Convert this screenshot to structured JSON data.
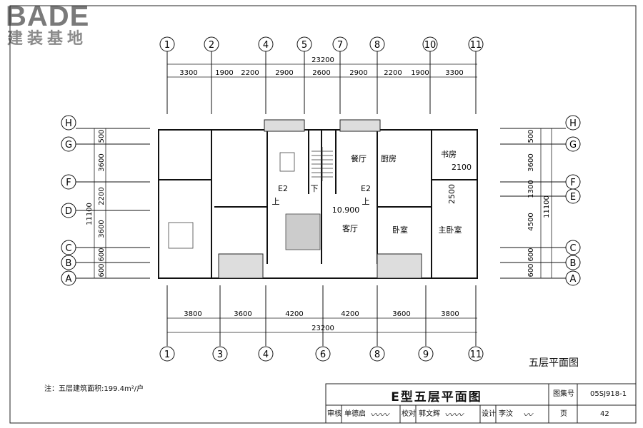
{
  "logo": {
    "brand": "BADE",
    "chinese": "建装基地"
  },
  "axes_top": [
    "1",
    "2",
    "4",
    "5",
    "7",
    "8",
    "10",
    "11"
  ],
  "axes_bottom": [
    "1",
    "3",
    "4",
    "6",
    "8",
    "9",
    "11"
  ],
  "axes_left": [
    "H",
    "G",
    "F",
    "D",
    "C",
    "B",
    "A"
  ],
  "axes_right": [
    "H",
    "G",
    "F",
    "E",
    "C",
    "B",
    "A"
  ],
  "dims_top_total": "23200",
  "dims_top": [
    "3300",
    "1900",
    "2200",
    "2900",
    "2600",
    "2900",
    "2200",
    "1900",
    "3300"
  ],
  "dims_bottom": [
    "3800",
    "3600",
    "4200",
    "4200",
    "3600",
    "3800"
  ],
  "dims_bottom_total": "23200",
  "dims_left": [
    "500",
    "3600",
    "2200",
    "3600",
    "600",
    "600"
  ],
  "dims_left_total": "11100",
  "dims_right": [
    "500",
    "3600",
    "1300",
    "4500",
    "600",
    "600"
  ],
  "dims_right_total": "11100",
  "rooms": {
    "dining": "餐厅",
    "kitchen": "厨房",
    "study": "书房",
    "living": "客厅",
    "bedroom": "卧室",
    "master": "主卧室"
  },
  "plan_labels": {
    "stair_left": "E2",
    "stair_right": "E2",
    "up": "上",
    "down": "下",
    "elevation": "10.900",
    "dim_2100": "2100",
    "dim_2500": "2500"
  },
  "view_title": "五层平面图",
  "note": "注：五层建筑面积:199.4m²/户",
  "title_block": {
    "title": "E型五层平面图",
    "atlas_label": "图集号",
    "atlas_no": "05SJ918-1",
    "review_label": "审核",
    "reviewer": "单德启",
    "check_label": "校对",
    "checker": "郭文辉",
    "design_label": "设计",
    "designer": "李汶",
    "page_label": "页",
    "page_no": "42"
  }
}
